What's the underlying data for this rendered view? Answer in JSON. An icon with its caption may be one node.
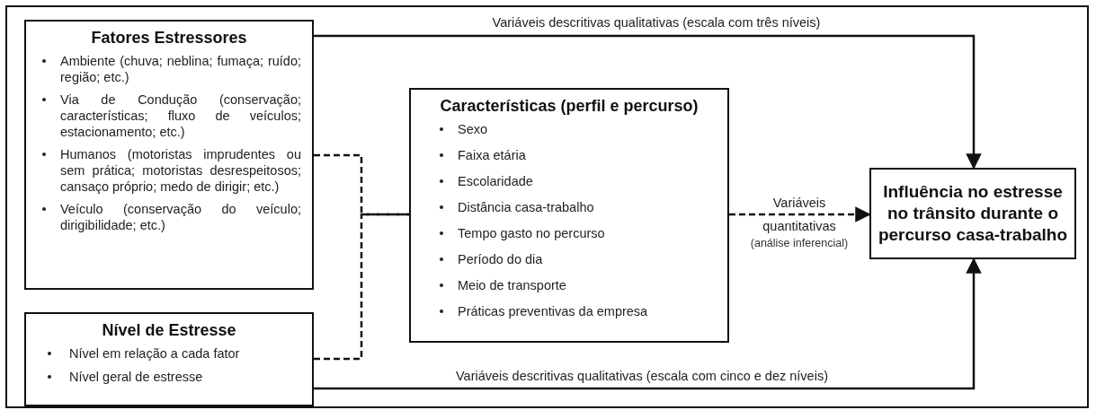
{
  "diagram": {
    "nodes": [
      {
        "text": [
          "Fatores Estressores",
          "Ambiente (chuva; neblina; fumaça; ruído; região; etc.)",
          "Via de Condução (conservação; características; fluxo de veículos; estacionamento; etc.)",
          "Humanos (motoristas imprudentes ou sem prática; motoristas desrespeitosos; cansaço próprio; medo de dirigir; etc.)",
          "Veículo (conservação do veículo; dirigibilidade; etc.)"
        ]
      },
      {
        "text": [
          "Nível de Estresse",
          "Nível em relação a cada fator",
          "Nível geral de estresse"
        ]
      },
      {
        "text": [
          "Características (perfil e percurso)",
          "Sexo",
          "Faixa etária",
          "Escolaridade",
          "Distância casa-trabalho",
          "Tempo gasto no percurso",
          "Período do dia",
          "Meio de transporte",
          "Práticas preventivas da empresa"
        ]
      },
      {
        "text": [
          "Influência no estresse no trânsito durante o percurso casa-trabalho"
        ]
      }
    ],
    "edges": [
      {
        "from": 0,
        "to": 3,
        "arrow": "to",
        "label": "Variáveis descritivas qualitativas (escala com três níveis)"
      },
      {
        "from": 1,
        "to": 3,
        "arrow": "to",
        "label": "Variáveis descritivas qualitativas (escala com cinco e dez níveis)"
      },
      {
        "from": 0,
        "to": 2,
        "arrow": "none",
        "style": "dashed"
      },
      {
        "from": 1,
        "to": 2,
        "arrow": "none",
        "style": "dashed"
      },
      {
        "from": 2,
        "to": 3,
        "arrow": "to",
        "style": "dashed",
        "label": "Variáveis quantitativas"
      }
    ],
    "labels": [
      "(análise inferencial)"
    ]
  }
}
